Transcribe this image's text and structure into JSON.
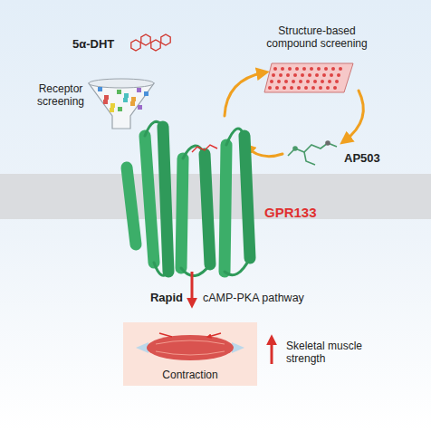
{
  "diagram": {
    "nodes": [
      {
        "text": [
          "Contraction"
        ]
      }
    ],
    "labels": [
      "5α-DHT",
      "Receptor screening",
      "Structure-based compound screening",
      "AP503",
      "GPR133",
      "Rapid",
      "cAMP-PKA pathway",
      "Skeletal muscle strength"
    ]
  }
}
